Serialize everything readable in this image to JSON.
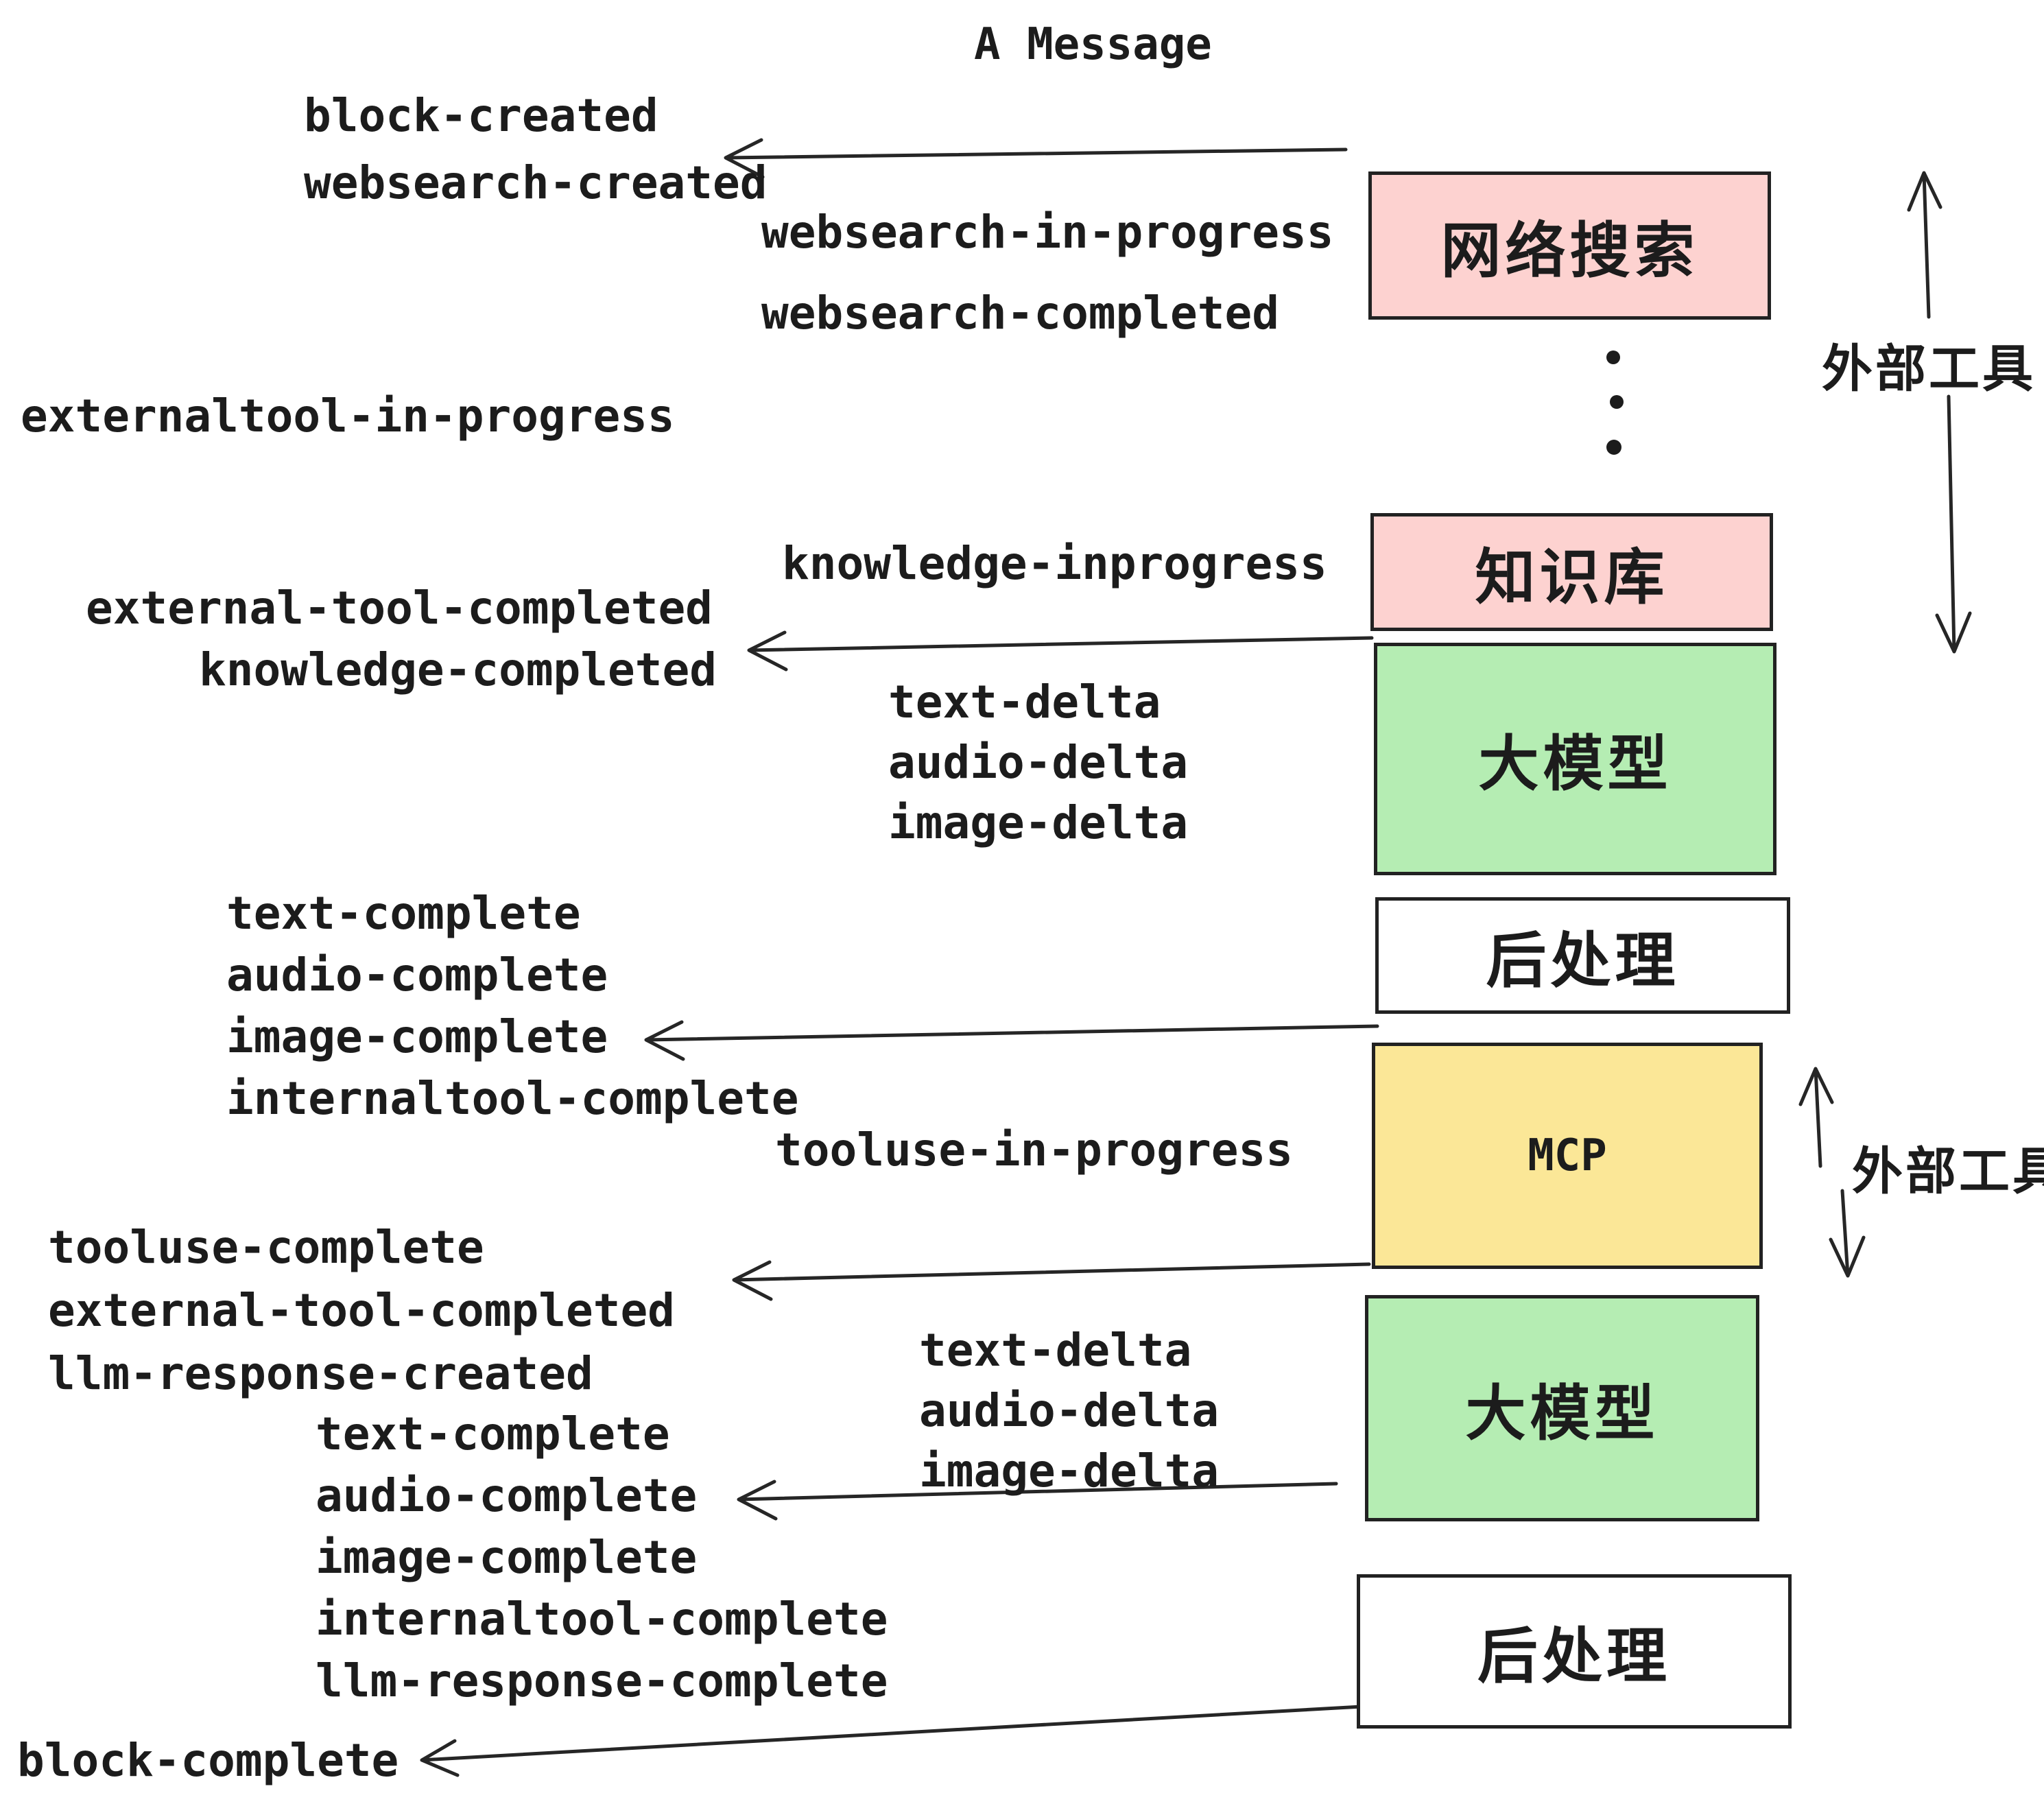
{
  "title": "A Message",
  "events": {
    "block_created": "block-created",
    "websearch_created": "websearch-created",
    "websearch_in_progress": "websearch-in-progress",
    "websearch_completed": "websearch-completed",
    "externaltool_in_progress": "externaltool-in-progress",
    "knowledge_inprogress": "knowledge-inprogress",
    "external_tool_completed": "external-tool-completed",
    "knowledge_completed": "knowledge-completed",
    "text_delta": "text-delta",
    "audio_delta": "audio-delta",
    "image_delta": "image-delta",
    "text_complete": "text-complete",
    "audio_complete": "audio-complete",
    "image_complete": "image-complete",
    "internaltool_complete": "internaltool-complete",
    "tooluse_in_progress": "tooluse-in-progress",
    "tooluse_complete": "tooluse-complete",
    "llm_response_created": "llm-response-created",
    "llm_response_complete": "llm-response-complete",
    "block_complete": "block-complete"
  },
  "boxes": {
    "websearch": {
      "label": "网络搜索",
      "color": "#fdd2d0"
    },
    "knowledge": {
      "label": "知识库",
      "color": "#fdd2d0"
    },
    "llm_top": {
      "label": "大模型",
      "color": "#b5edb3"
    },
    "postprocess_top": {
      "label": "后处理",
      "color": "#ffffff"
    },
    "mcp": {
      "label": "MCP",
      "color": "#fbe797"
    },
    "llm_bottom": {
      "label": "大模型",
      "color": "#b5edb3"
    },
    "postprocess_bottom": {
      "label": "后处理",
      "color": "#ffffff"
    }
  },
  "annotations": {
    "external_tools_top": "外部工具",
    "external_tools_mid": "外部工具"
  },
  "colors": {
    "pink": "#fdd2d0",
    "green": "#b5edb3",
    "yellow": "#fbe797",
    "stroke": "#222222",
    "text": "#1c1c1c",
    "background": "#ffffff"
  }
}
